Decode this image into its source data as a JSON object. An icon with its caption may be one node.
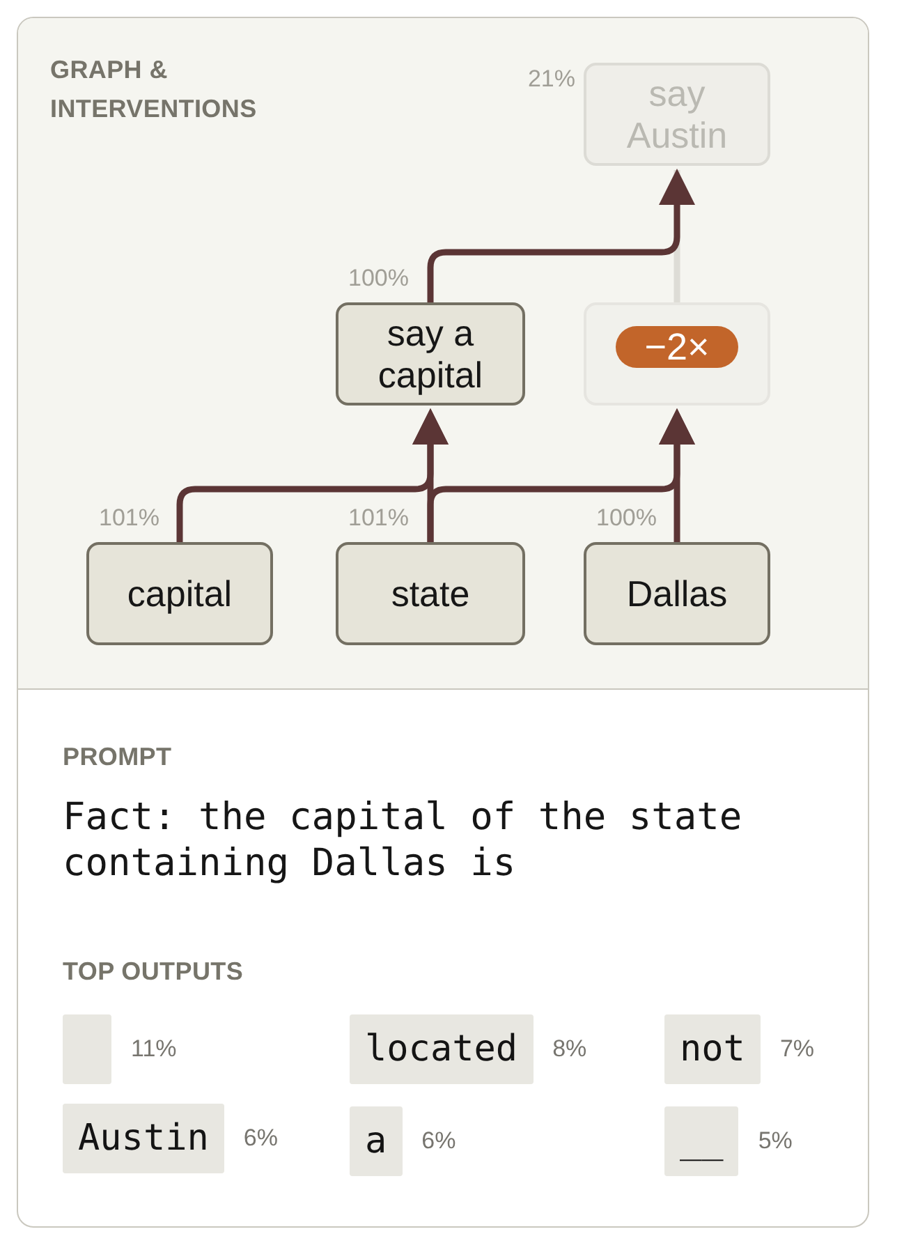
{
  "diagram": {
    "nodes": [
      {
        "text": [
          "say Austin"
        ],
        "beside": [
          "21%"
        ]
      },
      {
        "text": [
          "say a capital"
        ],
        "beside": [
          "100%"
        ]
      },
      {
        "text": [],
        "shape": "box"
      },
      {
        "text": [
          "−2×"
        ],
        "in": 2
      },
      {
        "text": [
          "capital"
        ],
        "beside": [
          "101%"
        ]
      },
      {
        "text": [
          "state"
        ],
        "beside": [
          "101%"
        ]
      },
      {
        "text": [
          "Dallas"
        ],
        "beside": [
          "100%"
        ]
      },
      {
        "text": [],
        "shape": "box",
        "beside": [
          "11%"
        ]
      },
      {
        "text": [
          "located"
        ],
        "beside": [
          "8%"
        ]
      },
      {
        "text": [
          "not"
        ],
        "beside": [
          "7%"
        ]
      },
      {
        "text": [
          "Austin"
        ],
        "beside": [
          "6%"
        ]
      },
      {
        "text": [
          "a"
        ],
        "beside": [
          "6%"
        ]
      },
      {
        "text": [
          "__"
        ],
        "beside": [
          "5%"
        ]
      }
    ],
    "edges": [
      {
        "from": 4,
        "to": 1,
        "arrow": "to"
      },
      {
        "from": 5,
        "to": 1,
        "arrow": "to"
      },
      {
        "from": 5,
        "to": 2,
        "arrow": "to"
      },
      {
        "from": 6,
        "to": 2,
        "arrow": "to"
      },
      {
        "from": 1,
        "to": 0,
        "arrow": "to"
      },
      {
        "from": 2,
        "to": 0,
        "arrow": "none",
        "color": "#dddcd6"
      }
    ],
    "labels": [
      "GRAPH & INTERVENTIONS",
      "PROMPT",
      "Fact: the capital of the state containing Dallas is",
      "TOP OUTPUTS"
    ]
  }
}
